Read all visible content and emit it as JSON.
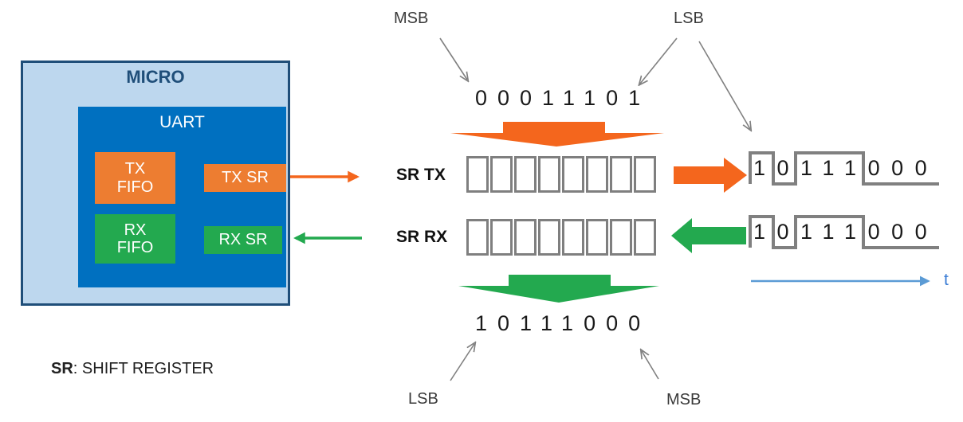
{
  "palette": {
    "micro_fill": "#BDD7EE",
    "micro_border": "#1F4E79",
    "uart_fill": "#0070C0",
    "orange_box": "#ED7D31",
    "orange_arrow": "#F4661D",
    "green": "#23A94F",
    "register_border": "#7F7F7F",
    "waveform_gray": "#808080",
    "axis_blue": "#5B9BD5"
  },
  "micro_block": {
    "title": "MICRO",
    "uart": {
      "title": "UART",
      "tx_fifo_line1": "TX",
      "tx_fifo_line2": "FIFO",
      "tx_sr": "TX SR",
      "rx_fifo_line1": "RX",
      "rx_fifo_line2": "FIFO",
      "rx_sr": "RX SR"
    }
  },
  "parallel_tx": {
    "msb_label": "MSB",
    "lsb_label": "LSB",
    "bits": "00011101"
  },
  "shift_registers": {
    "tx_label": "SR TX",
    "rx_label": "SR RX",
    "cells_per_register": 8
  },
  "parallel_rx": {
    "bits": "10111000",
    "lsb_label": "LSB",
    "msb_label": "MSB"
  },
  "serial_lines": {
    "tx_bits": "10111000",
    "rx_bits": "10111000",
    "time_axis_label": "t"
  },
  "legend": {
    "abbr": "SR",
    "definition": ": SHIFT REGISTER"
  }
}
